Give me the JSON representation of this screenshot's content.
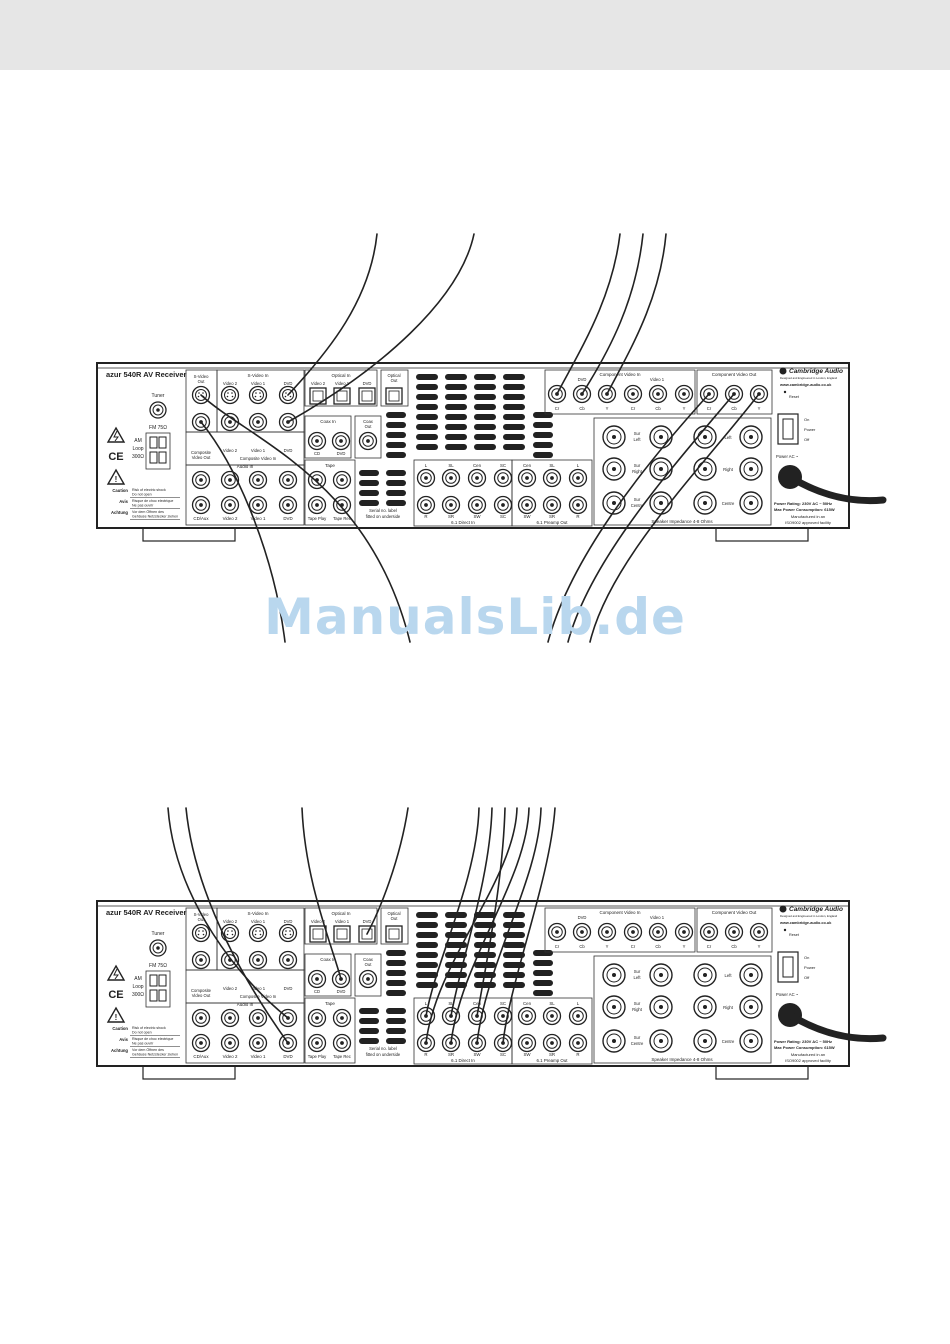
{
  "watermark": "ManualsLib.de",
  "receivers": [
    {
      "model": "azur 540R AV Receiver",
      "brand": "Cambridge Audio",
      "brand_sub": "Designed and Engineered in London, England",
      "website": "www.cambridge-audio.co.uk",
      "reset": "Reset",
      "tuner": {
        "title": "Tuner",
        "fm": "FM 75Ω",
        "am": "AM Loop 300Ω"
      },
      "svideo_out": "S-Video Out",
      "svideo_in": {
        "title": "S-Video In",
        "labels": [
          "Video 2",
          "Video 1",
          "DVD"
        ]
      },
      "composite_out": "Composite Video Out",
      "composite_in": {
        "title": "Composite Video In",
        "labels": [
          "Video 2",
          "Video 1",
          "DVD"
        ]
      },
      "audio_in": {
        "title": "Audio In",
        "labels": [
          "CD/Aux",
          "Video 2",
          "Video 1",
          "DVD"
        ]
      },
      "optical_in": {
        "title": "Optical In",
        "labels": [
          "Video 2",
          "Video 1",
          "DVD"
        ]
      },
      "optical_out": "Optical Out",
      "coax_in": {
        "title": "Coax In",
        "labels": [
          "CD",
          "DVD"
        ]
      },
      "coax_out": "Coax Out",
      "tape": {
        "title": "Tape",
        "labels": [
          "Tape Play",
          "Tape Rec"
        ]
      },
      "serial": "Serial no. label fitted on underside",
      "direct_in": {
        "title": "6.1 Direct In",
        "top": [
          "L",
          "SL",
          "Cen"
        ],
        "bottom": [
          "R",
          "SR",
          "SW",
          "SC"
        ]
      },
      "preamp_out": {
        "title": "6.1 Preamp Out",
        "top": [
          "SC",
          "Cen",
          "SL",
          "L"
        ],
        "bottom": [
          "SW",
          "SR",
          "R"
        ]
      },
      "component_in": {
        "title": "Component Video In",
        "groups": [
          "DVD",
          "Video 1"
        ],
        "labels": [
          "Cr",
          "Cb",
          "Y",
          "Cr",
          "Cb",
          "Y"
        ]
      },
      "component_out": {
        "title": "Component Video Out",
        "labels": [
          "Cr",
          "Cb",
          "Y"
        ]
      },
      "speakers": {
        "labels": [
          "Sur Left",
          "Left",
          "Sur Right",
          "Right",
          "Sur Centre",
          "Centre"
        ],
        "impedance": "Speaker Impedance 4-8 Ohms"
      },
      "power": {
        "on": "On",
        "power": "Power",
        "off": "Off",
        "ac": "Power AC ~"
      },
      "rating": {
        "line1": "Power Rating: 230V AC ~ 50Hz",
        "line2": "Max Power Consumption: 615W",
        "line3": "Manufactured in an",
        "line4": "ISO9002 approved facility"
      },
      "warnings": [
        {
          "label": "Caution",
          "text": "Risk of electric shock Do not open"
        },
        {
          "label": "Avis",
          "text": "Risque de choc electrique Ne pas ouvrir"
        },
        {
          "label": "Achtung",
          "text": "Vor dem Öffnen des Gehäuse Netzstecker ziehen"
        }
      ]
    },
    {
      "model": "azur 540R AV Receiver",
      "brand": "Cambridge Audio",
      "brand_sub": "Designed and Engineered in London, England",
      "website": "www.cambridge-audio.co.uk",
      "reset": "Reset",
      "tuner": {
        "title": "Tuner",
        "fm": "FM 75Ω",
        "am": "AM Loop 300Ω"
      },
      "svideo_out": "S-Video Out",
      "svideo_in": {
        "title": "S-Video In",
        "labels": [
          "Video 2",
          "Video 1",
          "DVD"
        ]
      },
      "composite_out": "Composite Video Out",
      "composite_in": {
        "title": "Composite Video In",
        "labels": [
          "Video 2",
          "Video 1",
          "DVD"
        ]
      },
      "audio_in": {
        "title": "Audio In",
        "labels": [
          "CD/Aux",
          "Video 2",
          "Video 1",
          "DVD"
        ]
      },
      "optical_in": {
        "title": "Optical In",
        "labels": [
          "Video 2",
          "Video 1",
          "DVD"
        ]
      },
      "optical_out": "Optical Out",
      "coax_in": {
        "title": "Coax In",
        "labels": [
          "CD",
          "DVD"
        ]
      },
      "coax_out": "Coax Out",
      "tape": {
        "title": "Tape",
        "labels": [
          "Tape Play",
          "Tape Rec"
        ]
      },
      "serial": "Serial no. label fitted on underside",
      "direct_in": {
        "title": "6.1 Direct In",
        "top": [
          "L",
          "SL",
          "Cen"
        ],
        "bottom": [
          "R",
          "SR",
          "SW",
          "SC"
        ]
      },
      "preamp_out": {
        "title": "6.1 Preamp Out",
        "top": [
          "SC",
          "Cen",
          "SL",
          "L"
        ],
        "bottom": [
          "SW",
          "SR",
          "R"
        ]
      },
      "component_in": {
        "title": "Component Video In",
        "groups": [
          "DVD",
          "Video 1"
        ],
        "labels": [
          "Cr",
          "Cb",
          "Y",
          "Cr",
          "Cb",
          "Y"
        ]
      },
      "component_out": {
        "title": "Component Video Out",
        "labels": [
          "Cr",
          "Cb",
          "Y"
        ]
      },
      "speakers": {
        "labels": [
          "Sur Left",
          "Left",
          "Sur Right",
          "Right",
          "Sur Centre",
          "Centre"
        ],
        "impedance": "Speaker Impedance 4-8 Ohms"
      },
      "power": {
        "on": "On",
        "power": "Power",
        "off": "Off",
        "ac": "Power AC ~"
      },
      "rating": {
        "line1": "Power Rating: 230V AC ~ 50Hz",
        "line2": "Max Power Consumption: 615W",
        "line3": "Manufactured in an",
        "line4": "ISO9002 approved facility"
      },
      "warnings": [
        {
          "label": "Caution",
          "text": "Risk of electric shock Do not open"
        },
        {
          "label": "Avis",
          "text": "Risque de choc electrique Ne pas ouvrir"
        },
        {
          "label": "Achtung",
          "text": "Vor dem Öffnen des Gehäuse Netzstecker ziehen"
        }
      ]
    }
  ]
}
